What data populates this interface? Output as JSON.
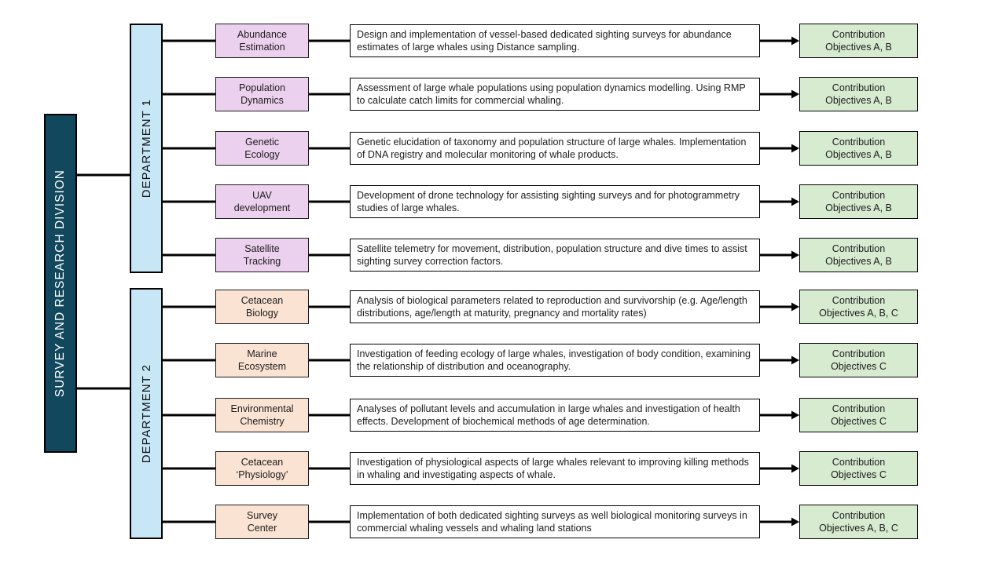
{
  "division": {
    "title": "SURVEY AND RESEARCH DIVISION"
  },
  "departments": [
    {
      "label": "DEPARTMENT 1",
      "rows": [
        {
          "unit_line1": "Abundance",
          "unit_line2": "Estimation",
          "description": "Design and implementation of vessel-based dedicated sighting surveys for abundance estimates of large whales using Distance sampling.",
          "contribution_line1": "Contribution",
          "contribution_line2": "Objectives A, B"
        },
        {
          "unit_line1": "Population",
          "unit_line2": "Dynamics",
          "description": "Assessment of large whale populations using population dynamics modelling. Using RMP to calculate catch limits for commercial whaling.",
          "contribution_line1": "Contribution",
          "contribution_line2": "Objectives A, B"
        },
        {
          "unit_line1": "Genetic",
          "unit_line2": "Ecology",
          "description": "Genetic elucidation of taxonomy and population structure of large whales. Implementation of DNA registry and molecular monitoring of whale products.",
          "contribution_line1": "Contribution",
          "contribution_line2": "Objectives A, B"
        },
        {
          "unit_line1": "UAV",
          "unit_line2": "development",
          "description": "Development of drone technology for assisting sighting surveys and for photogrammetry studies of large whales.",
          "contribution_line1": "Contribution",
          "contribution_line2": "Objectives A, B"
        },
        {
          "unit_line1": "Satellite",
          "unit_line2": "Tracking",
          "description": "Satellite telemetry for movement, distribution, population structure and dive times to assist sighting survey correction factors.",
          "contribution_line1": "Contribution",
          "contribution_line2": "Objectives A, B"
        }
      ]
    },
    {
      "label": "DEPARTMENT 2",
      "rows": [
        {
          "unit_line1": "Cetacean",
          "unit_line2": "Biology",
          "description": "Analysis of biological parameters related to reproduction and survivorship (e.g. Age/length distributions, age/length at maturity, pregnancy and mortality rates)",
          "contribution_line1": "Contribution",
          "contribution_line2": "Objectives A, B, C"
        },
        {
          "unit_line1": "Marine",
          "unit_line2": "Ecosystem",
          "description": "Investigation of feeding ecology of large whales, investigation of body condition, examining the relationship of distribution and oceanography.",
          "contribution_line1": "Contribution",
          "contribution_line2": "Objectives C"
        },
        {
          "unit_line1": "Environmental",
          "unit_line2": "Chemistry",
          "description": "Analyses of pollutant levels and accumulation in large whales and investigation of health effects. Development of biochemical methods of age determination.",
          "contribution_line1": "Contribution",
          "contribution_line2": "Objectives C"
        },
        {
          "unit_line1": "Cetacean",
          "unit_line2": "‘Physiology’",
          "description": "Investigation of physiological aspects of large whales relevant to improving killing methods in whaling and investigating aspects of whale.",
          "contribution_line1": "Contribution",
          "contribution_line2": "Objectives C"
        },
        {
          "unit_line1": "Survey",
          "unit_line2": "Center",
          "description": "Implementation of both dedicated sighting surveys as well biological monitoring surveys in commercial whaling vessels and whaling land stations",
          "contribution_line1": "Contribution",
          "contribution_line2": "Objectives A, B, C"
        }
      ]
    }
  ],
  "colors": {
    "division_fill": "#11485E",
    "division_text": "#FFFFFF",
    "department_fill": "#C7E7F7",
    "department1_unit_fill": "#ECD1EE",
    "department2_unit_fill": "#FAE3D2",
    "contribution_fill": "#D7EBD1",
    "connector": "#000000",
    "background": "#FFFFFF"
  }
}
